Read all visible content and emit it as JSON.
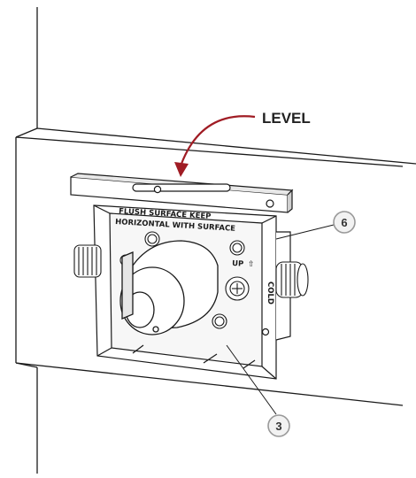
{
  "callout": {
    "label": "LEVEL",
    "arrow_color": "#a01c24"
  },
  "markings": {
    "line1": "FLUSH SURFACE KEEP",
    "line2": "HORIZONTAL WITH SURFACE",
    "up_label": "UP",
    "cold_label": "COLD"
  },
  "parts": [
    {
      "number": "6"
    },
    {
      "number": "3"
    }
  ],
  "colors": {
    "line": "#1a1a1a",
    "bubble_fill": "#f2f2f2",
    "bubble_stroke": "#999999"
  }
}
